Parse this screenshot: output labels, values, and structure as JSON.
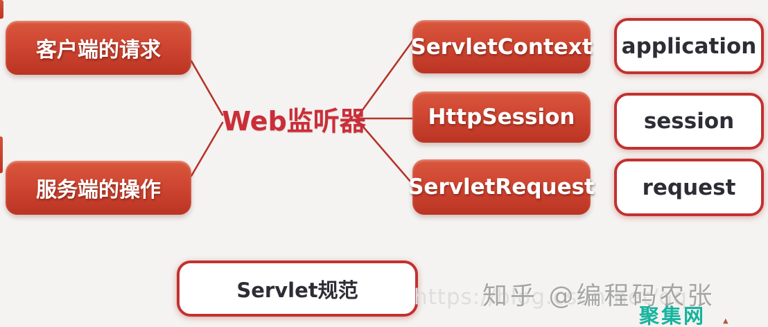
{
  "diagram": {
    "center_label": "Web监听器",
    "event_sources": [
      {
        "label": "客户端的请求"
      },
      {
        "label": "服务端的操作"
      }
    ],
    "listener_targets": [
      {
        "label": "ServletContext"
      },
      {
        "label": "HttpSession"
      },
      {
        "label": "ServletRequest"
      }
    ],
    "scope_objects": [
      {
        "label": "application"
      },
      {
        "label": "session"
      },
      {
        "label": "request"
      }
    ],
    "bottom_node": {
      "label": "Servlet规范"
    }
  },
  "watermarks": {
    "url": "https://blog.csdn.net/qq",
    "zhihu": "知乎 @编程码农张",
    "site": "聚集网",
    "caret": "▲"
  },
  "colors": {
    "node_fill_red": "#cf4632",
    "outline_red": "#c23130",
    "accent_text_red": "#ca2e38",
    "line_red": "#b5342a",
    "watermark_gray": "#a6a6a6",
    "watermark_teal": "#17b39e",
    "background": "#f4f3f1"
  }
}
